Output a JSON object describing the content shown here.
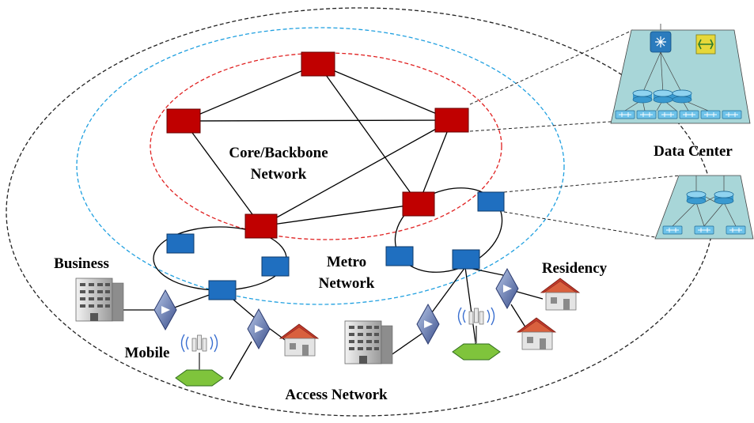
{
  "labels": {
    "core_line1": "Core/Backbone",
    "core_line2": "Network",
    "metro_line1": "Metro",
    "metro_line2": "Network",
    "access": "Access Network",
    "data_center": "Data Center",
    "business": "Business",
    "mobile": "Mobile",
    "residency": "Residency"
  },
  "colors": {
    "core_node": "#c00000",
    "metro_node": "#1f6fc0",
    "core_ring": "#e02020",
    "metro_ring": "#20a0e0",
    "access_ring": "#222222",
    "dc_panel": "#a8d6d8",
    "base_green": "#7fc43c"
  },
  "icons": [
    "router-icon",
    "switch-icon",
    "building-icon",
    "cell-tower-icon",
    "house-icon",
    "optical-unit-icon"
  ]
}
